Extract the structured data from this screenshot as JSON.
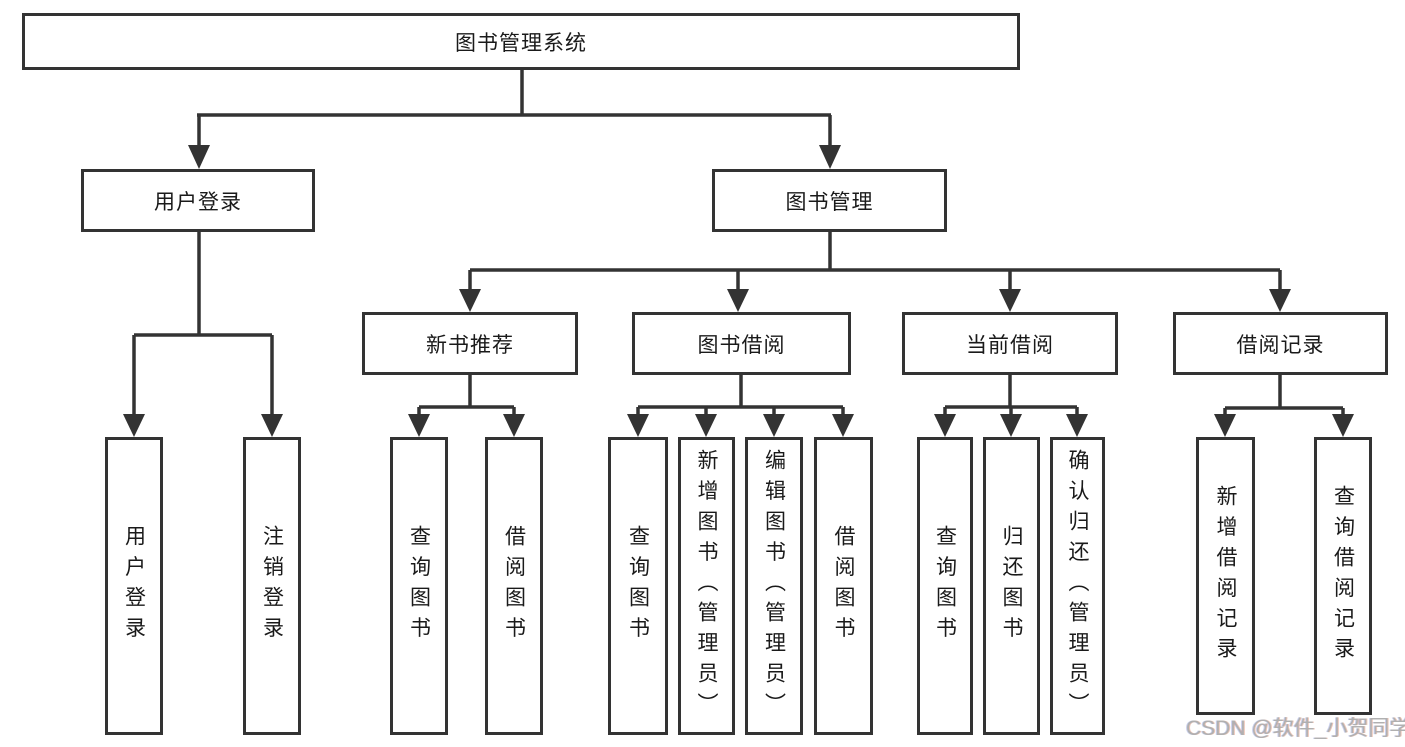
{
  "diagram": {
    "type": "hierarchy-tree",
    "watermark": "CSDN @软件_小贺同学",
    "colors": {
      "line": "#333333",
      "box_border": "#333333",
      "text": "#1a1a1a",
      "watermark": "#b0b0b0",
      "background": "#ffffff"
    }
  },
  "tree": {
    "root": "图书管理系统",
    "children": [
      {
        "label": "用户登录",
        "children": [
          "用户登录",
          "注销登录"
        ]
      },
      {
        "label": "图书管理",
        "children": [
          {
            "label": "新书推荐",
            "children": [
              "查询图书",
              "借阅图书"
            ]
          },
          {
            "label": "图书借阅",
            "children": [
              "查询图书",
              "新增图书（管理员）",
              "编辑图书（管理员）",
              "借阅图书"
            ]
          },
          {
            "label": "当前借阅",
            "children": [
              "查询图书",
              "归还图书",
              "确认归还（管理员）"
            ]
          },
          {
            "label": "借阅记录",
            "children": [
              "新增借阅记录",
              "查询借阅记录"
            ]
          }
        ]
      }
    ]
  }
}
